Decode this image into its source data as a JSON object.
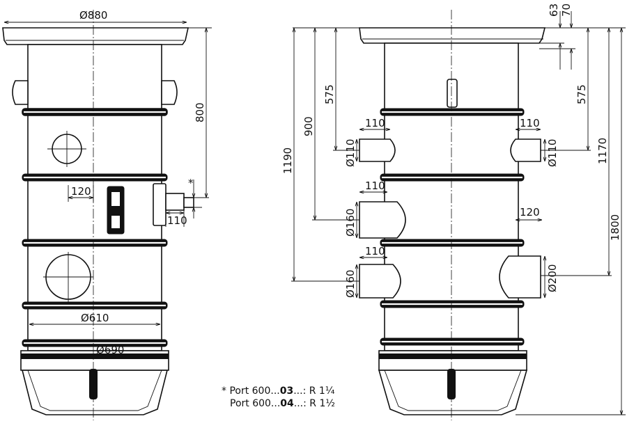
{
  "left_view": {
    "dim_top_diameter": "Ø880",
    "dim_height_800": "800",
    "dim_pipe_offset_120": "120",
    "dim_outlet_110": "110",
    "dim_asterisk": "*",
    "dim_inner_diameter": "Ø610",
    "dim_base_diameter": "Ø690"
  },
  "right_view": {
    "dim_63": "63",
    "dim_70": "70",
    "dim_575_left": "575",
    "dim_575_right": "575",
    "dim_900": "900",
    "dim_1190": "1190",
    "dim_1170": "1170",
    "dim_1800": "1800",
    "inlet_top_left_len": "110",
    "inlet_top_left_dia": "Ø110",
    "inlet_top_right_len": "110",
    "inlet_top_right_dia": "Ø110",
    "inlet_mid_left_len": "110",
    "inlet_mid_left_dia": "Ø160",
    "inlet_mid_right_len": "120",
    "inlet_low_left_len": "110",
    "inlet_low_left_dia": "Ø160",
    "inlet_low_right_dia": "Ø200"
  },
  "footnote": {
    "line1_prefix": "* Port 600...",
    "line1_bold": "03",
    "line1_suffix": "...: R 1¼",
    "line2_prefix": "Port 600...",
    "line2_bold": "04",
    "line2_suffix": "...: R 1½"
  }
}
